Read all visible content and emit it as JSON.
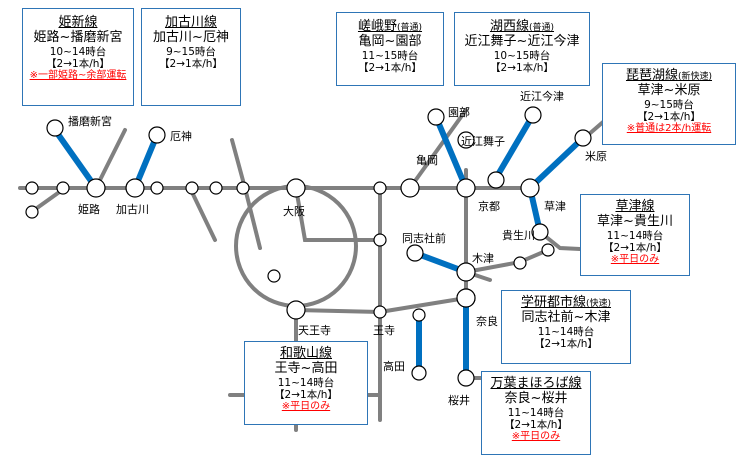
{
  "boxes": {
    "himeshin": {
      "name": "姫新線",
      "route": "姫路~播磨新宮",
      "hours": "10~14時台",
      "freq": "【2→1本/h】",
      "note": "※一部姫路~余部運転"
    },
    "kakogawa": {
      "name": "加古川線",
      "route": "加古川~厄神",
      "hours": "9~15時台",
      "freq": "【2→1本/h】"
    },
    "sagano": {
      "name": "嵯峨野",
      "sub": "(普通)",
      "route": "亀岡~園部",
      "hours": "11~15時台",
      "freq": "【2→1本/h】"
    },
    "kosei": {
      "name": "湖西線",
      "sub": "(普通)",
      "route": "近江舞子~近江今津",
      "hours": "10~15時台",
      "freq": "【2→1本/h】"
    },
    "biwako": {
      "name": "琵琶湖線",
      "sub": "(新快速)",
      "route": "草津~米原",
      "hours": "9~15時台",
      "freq": "【2→1本/h】",
      "note": "※普通は2本/h運転"
    },
    "kusatsu": {
      "name": "草津線",
      "route": "草津~貴生川",
      "hours": "11~14時台",
      "freq": "【2→1本/h】",
      "note": "※平日のみ"
    },
    "gakken": {
      "name": "学研都市線",
      "sub": "(快速)",
      "route": "同志社前~木津",
      "hours": "11~14時台",
      "freq": "【2→1本/h】"
    },
    "wakayama": {
      "name": "和歌山線",
      "route": "王寺~高田",
      "hours": "11~14時台",
      "freq": "【2→1本/h】",
      "note": "※平日のみ"
    },
    "manyo": {
      "name": "万葉まほろば線",
      "route": "奈良~桜井",
      "hours": "11~14時台",
      "freq": "【2→1本/h】",
      "note": "※平日のみ"
    }
  },
  "stations": {
    "harimashingu": "播磨新宮",
    "yakujin": "厄神",
    "himeji": "姫路",
    "kakogawa": "加古川",
    "osaka": "大阪",
    "tennoji": "天王寺",
    "oji": "王寺",
    "takada": "高田",
    "sonobe": "園部",
    "kameoka": "亀岡",
    "omimaiko": "近江舞子",
    "omiimazu": "近江今津",
    "maibara": "米原",
    "kyoto": "京都",
    "kusatsu": "草津",
    "kibukawa": "貴生川",
    "doshishamae": "同志社前",
    "kizu": "木津",
    "nara": "奈良",
    "sakurai": "桜井"
  },
  "colors": {
    "reduced_line": "#0070c0",
    "normal_line": "#808080",
    "box_border": "#2e75b6",
    "note": "#ff0000"
  }
}
